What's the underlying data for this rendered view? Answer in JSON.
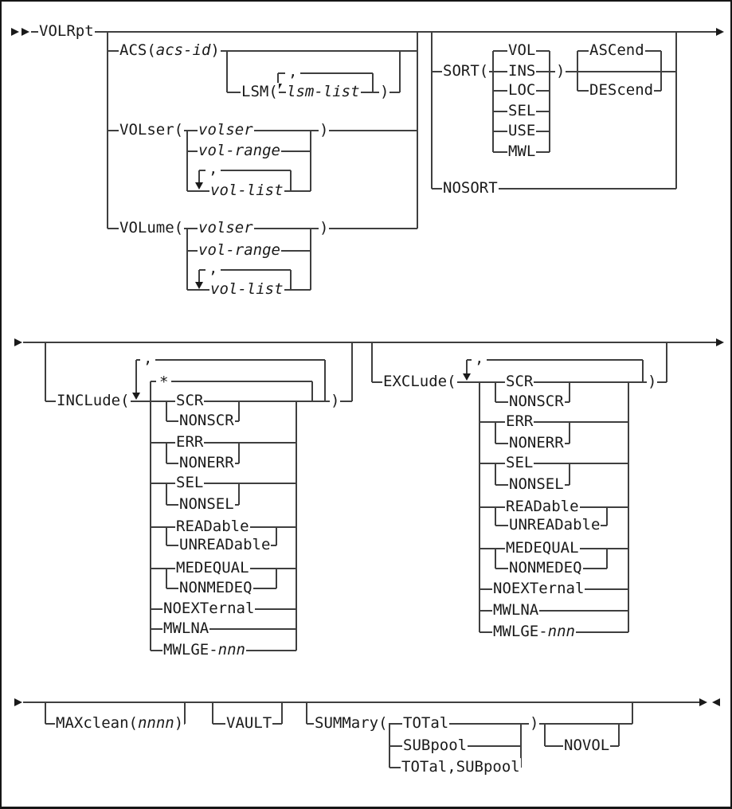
{
  "row1": {
    "command": "VOLRpt",
    "acs": {
      "open": "ACS(",
      "var": "acs-id",
      "close": ")"
    },
    "lsm": {
      "open": "LSM(",
      "var": "lsm-list",
      "close": ")",
      "comma": ","
    },
    "volser": {
      "open": "VOLser(",
      "var1": "volser",
      "var2": "vol-range",
      "var3": "vol-list",
      "comma": ",",
      "close": ")"
    },
    "volume": {
      "open": "VOLume(",
      "var1": "volser",
      "var2": "vol-range",
      "var3": "vol-list",
      "comma": ",",
      "close": ")"
    },
    "sort": {
      "open": "SORT(",
      "options": [
        "VOL",
        "INS",
        "LOC",
        "SEL",
        "USE",
        "MWL"
      ],
      "close": ")",
      "ascend": "ASCend",
      "descend": "DEScend"
    },
    "nosort": "NOSORT"
  },
  "row2": {
    "include": {
      "open": "INCLude(",
      "comma": ",",
      "star": "*",
      "options": [
        "SCR",
        "NONSCR",
        "ERR",
        "NONERR",
        "SEL",
        "NONSEL",
        "READable",
        "UNREADable",
        "MEDEQUAL",
        "NONMEDEQ",
        "NOEXTernal",
        "MWLNA"
      ],
      "mwlge_kw": "MWLGE-",
      "mwlge_var": "nnn",
      "close": ")"
    },
    "exclude": {
      "open": "EXCLude(",
      "comma": ",",
      "options": [
        "SCR",
        "NONSCR",
        "ERR",
        "NONERR",
        "SEL",
        "NONSEL",
        "READable",
        "UNREADable",
        "MEDEQUAL",
        "NONMEDEQ",
        "NOEXTernal",
        "MWLNA"
      ],
      "mwlge_kw": "MWLGE-",
      "mwlge_var": "nnn",
      "close": ")"
    }
  },
  "row3": {
    "maxclean": {
      "open": "MAXclean(",
      "var": "nnnn",
      "close": ")"
    },
    "vault": "VAULT",
    "summary": {
      "open": "SUMMary(",
      "options": [
        "TOTal",
        "SUBpool",
        "TOTal,SUBpool"
      ],
      "close": ")"
    },
    "novol": "NOVOL"
  },
  "colors": {
    "line": "#3f3f3f",
    "text": "#1a1a1a",
    "background": "#ffffff"
  }
}
